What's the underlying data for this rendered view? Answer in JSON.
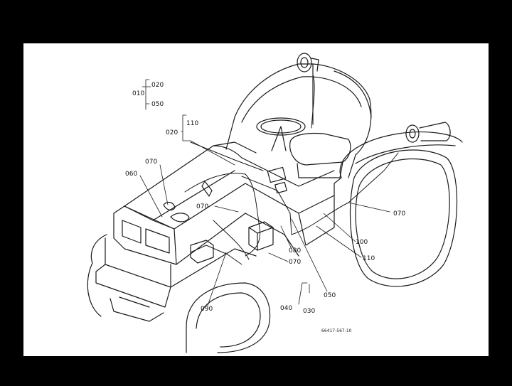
{
  "diagram": {
    "colors": {
      "background": "#000000",
      "sheet": "#ffffff",
      "ink": "#1a1a1a"
    },
    "labels": {
      "l010": "010",
      "l020a": "020",
      "l050a": "050",
      "l020b": "020",
      "l110a": "110",
      "l070a": "070",
      "l060": "060",
      "l070b": "070",
      "l070c": "070",
      "l070d": "070",
      "l080": "080",
      "l050b": "050",
      "l100": "100",
      "l110b": "110",
      "l090": "090",
      "l040": "040",
      "l030": "030"
    },
    "drawing_number": "66417-567-10"
  }
}
